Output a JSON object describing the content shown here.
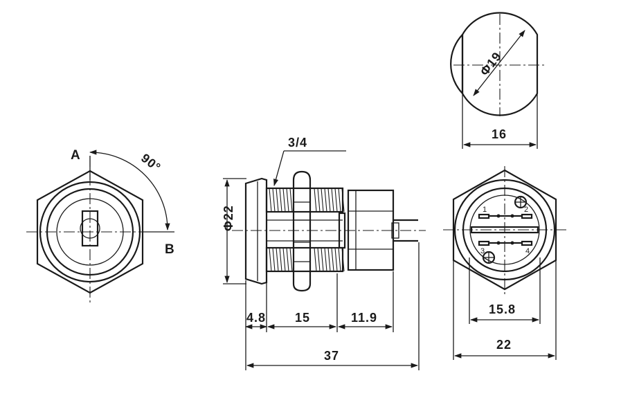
{
  "front_view": {
    "label_a": "A",
    "label_b": "B",
    "angle": "90°"
  },
  "side_view": {
    "thread": "3/4",
    "diameter": "Φ22",
    "dim_flange": "4.8",
    "dim_thread": "15",
    "dim_body": "11.9",
    "dim_total": "37"
  },
  "top_view": {
    "diameter": "Φ19",
    "width": "16"
  },
  "rear_view": {
    "pin_1": "1",
    "pin_2": "2",
    "pin_3": "3",
    "pin_4": "4",
    "inner_width": "15.8",
    "outer_width": "22"
  }
}
